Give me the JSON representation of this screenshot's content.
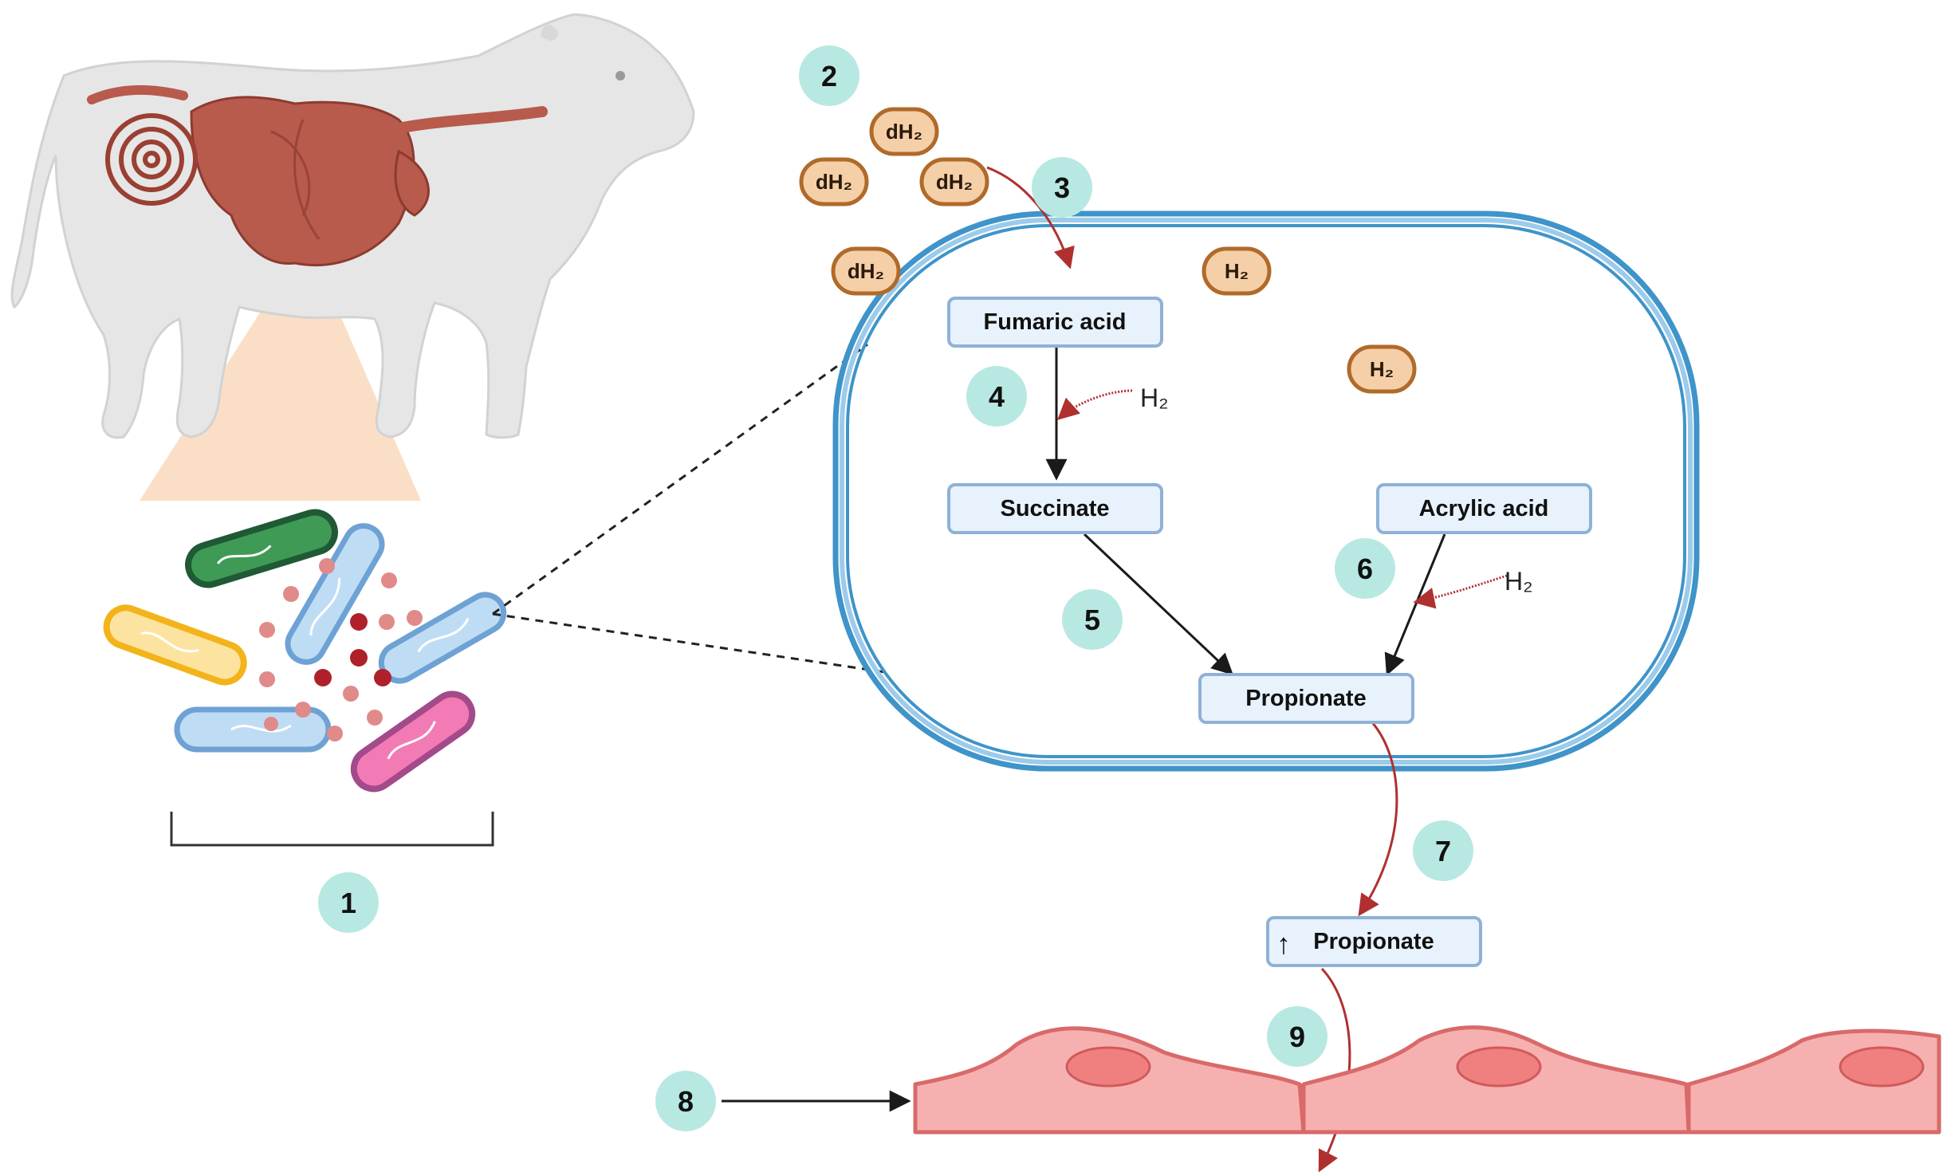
{
  "markers": [
    {
      "id": "m1",
      "text": "1"
    },
    {
      "id": "m2",
      "text": "2"
    },
    {
      "id": "m3",
      "text": "3"
    },
    {
      "id": "m4",
      "text": "4"
    },
    {
      "id": "m5",
      "text": "5"
    },
    {
      "id": "m6",
      "text": "6"
    },
    {
      "id": "m7",
      "text": "7"
    },
    {
      "id": "m8",
      "text": "8"
    },
    {
      "id": "m9",
      "text": "9"
    }
  ],
  "compounds": {
    "fumaric_acid": "Fumaric acid",
    "succinate": "Succinate",
    "acrylic_acid": "Acrylic acid",
    "propionate": "Propionate",
    "propionate_increased": "Propionate",
    "increase_symbol": "↑"
  },
  "pills": {
    "dh2": "dH₂",
    "h2": "H₂"
  },
  "h2_labels": {
    "step4": "H₂",
    "step6": "H₂"
  },
  "colors": {
    "marker_fill": "#b8e8e2",
    "compound_fill": "#e8f2fd",
    "compound_stroke": "#8fb1d6",
    "pill_fill": "#f5cfa8",
    "pill_stroke": "#b06a2a",
    "membrane": "#3f94c9",
    "red_arrow": "#b03030",
    "epithelium": "#f7b0b0",
    "nucleus": "#f08080",
    "cow_body": "#e4e4e4",
    "gut": "#b85a4c",
    "zoom_cone": "#f9dcc0"
  }
}
